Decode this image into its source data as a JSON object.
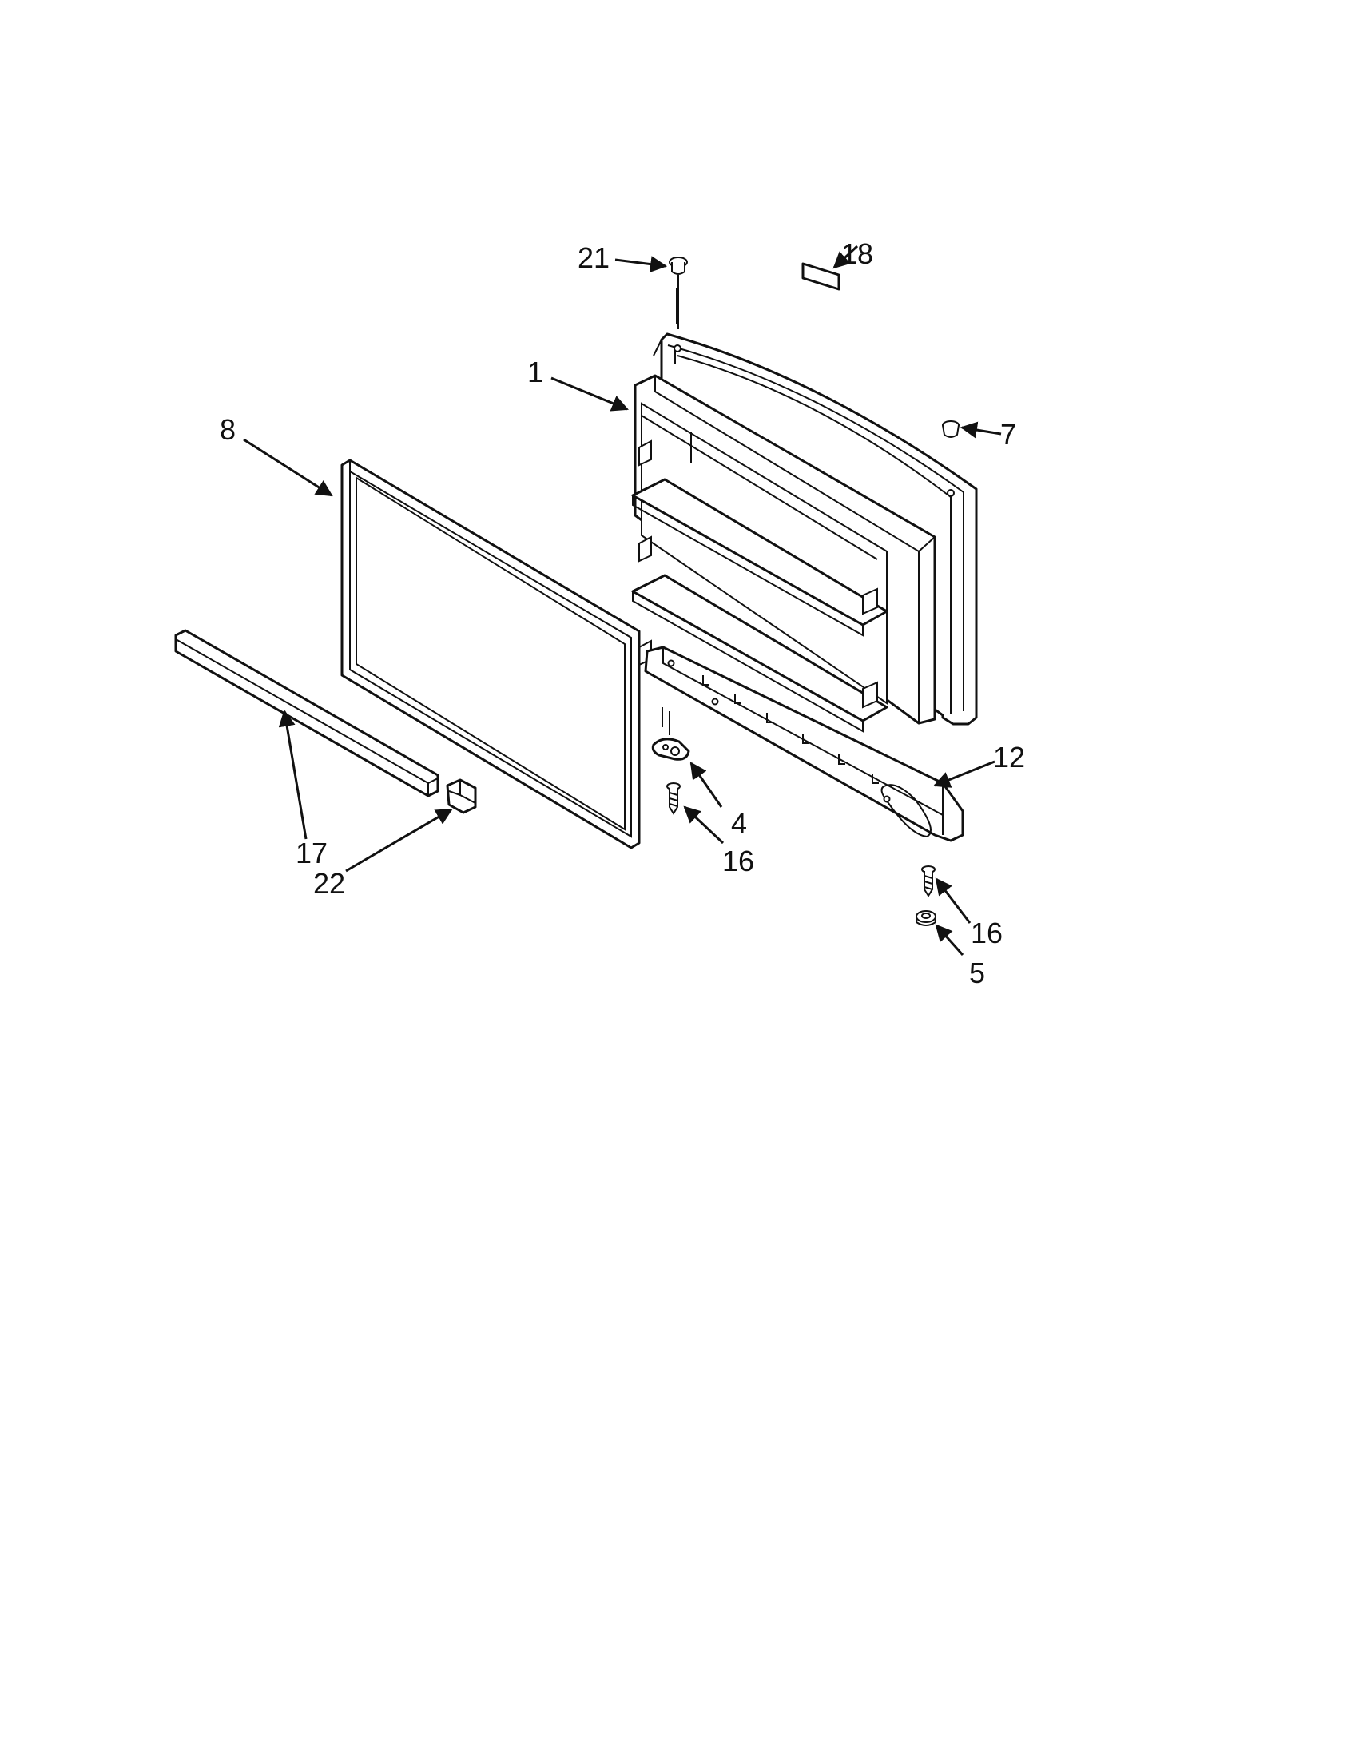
{
  "parts": {
    "door_liner": "1",
    "hinge_pin": "4",
    "washer": "5",
    "plug_button": "7",
    "door_gasket": "8",
    "door_handle": "12",
    "screw_left": "16",
    "screw_right": "16",
    "trim_strip": "17",
    "logo_badge": "18",
    "stop_pin": "21",
    "end_cap": "22"
  },
  "colors": {
    "line": "#111111",
    "background": "#ffffff"
  }
}
